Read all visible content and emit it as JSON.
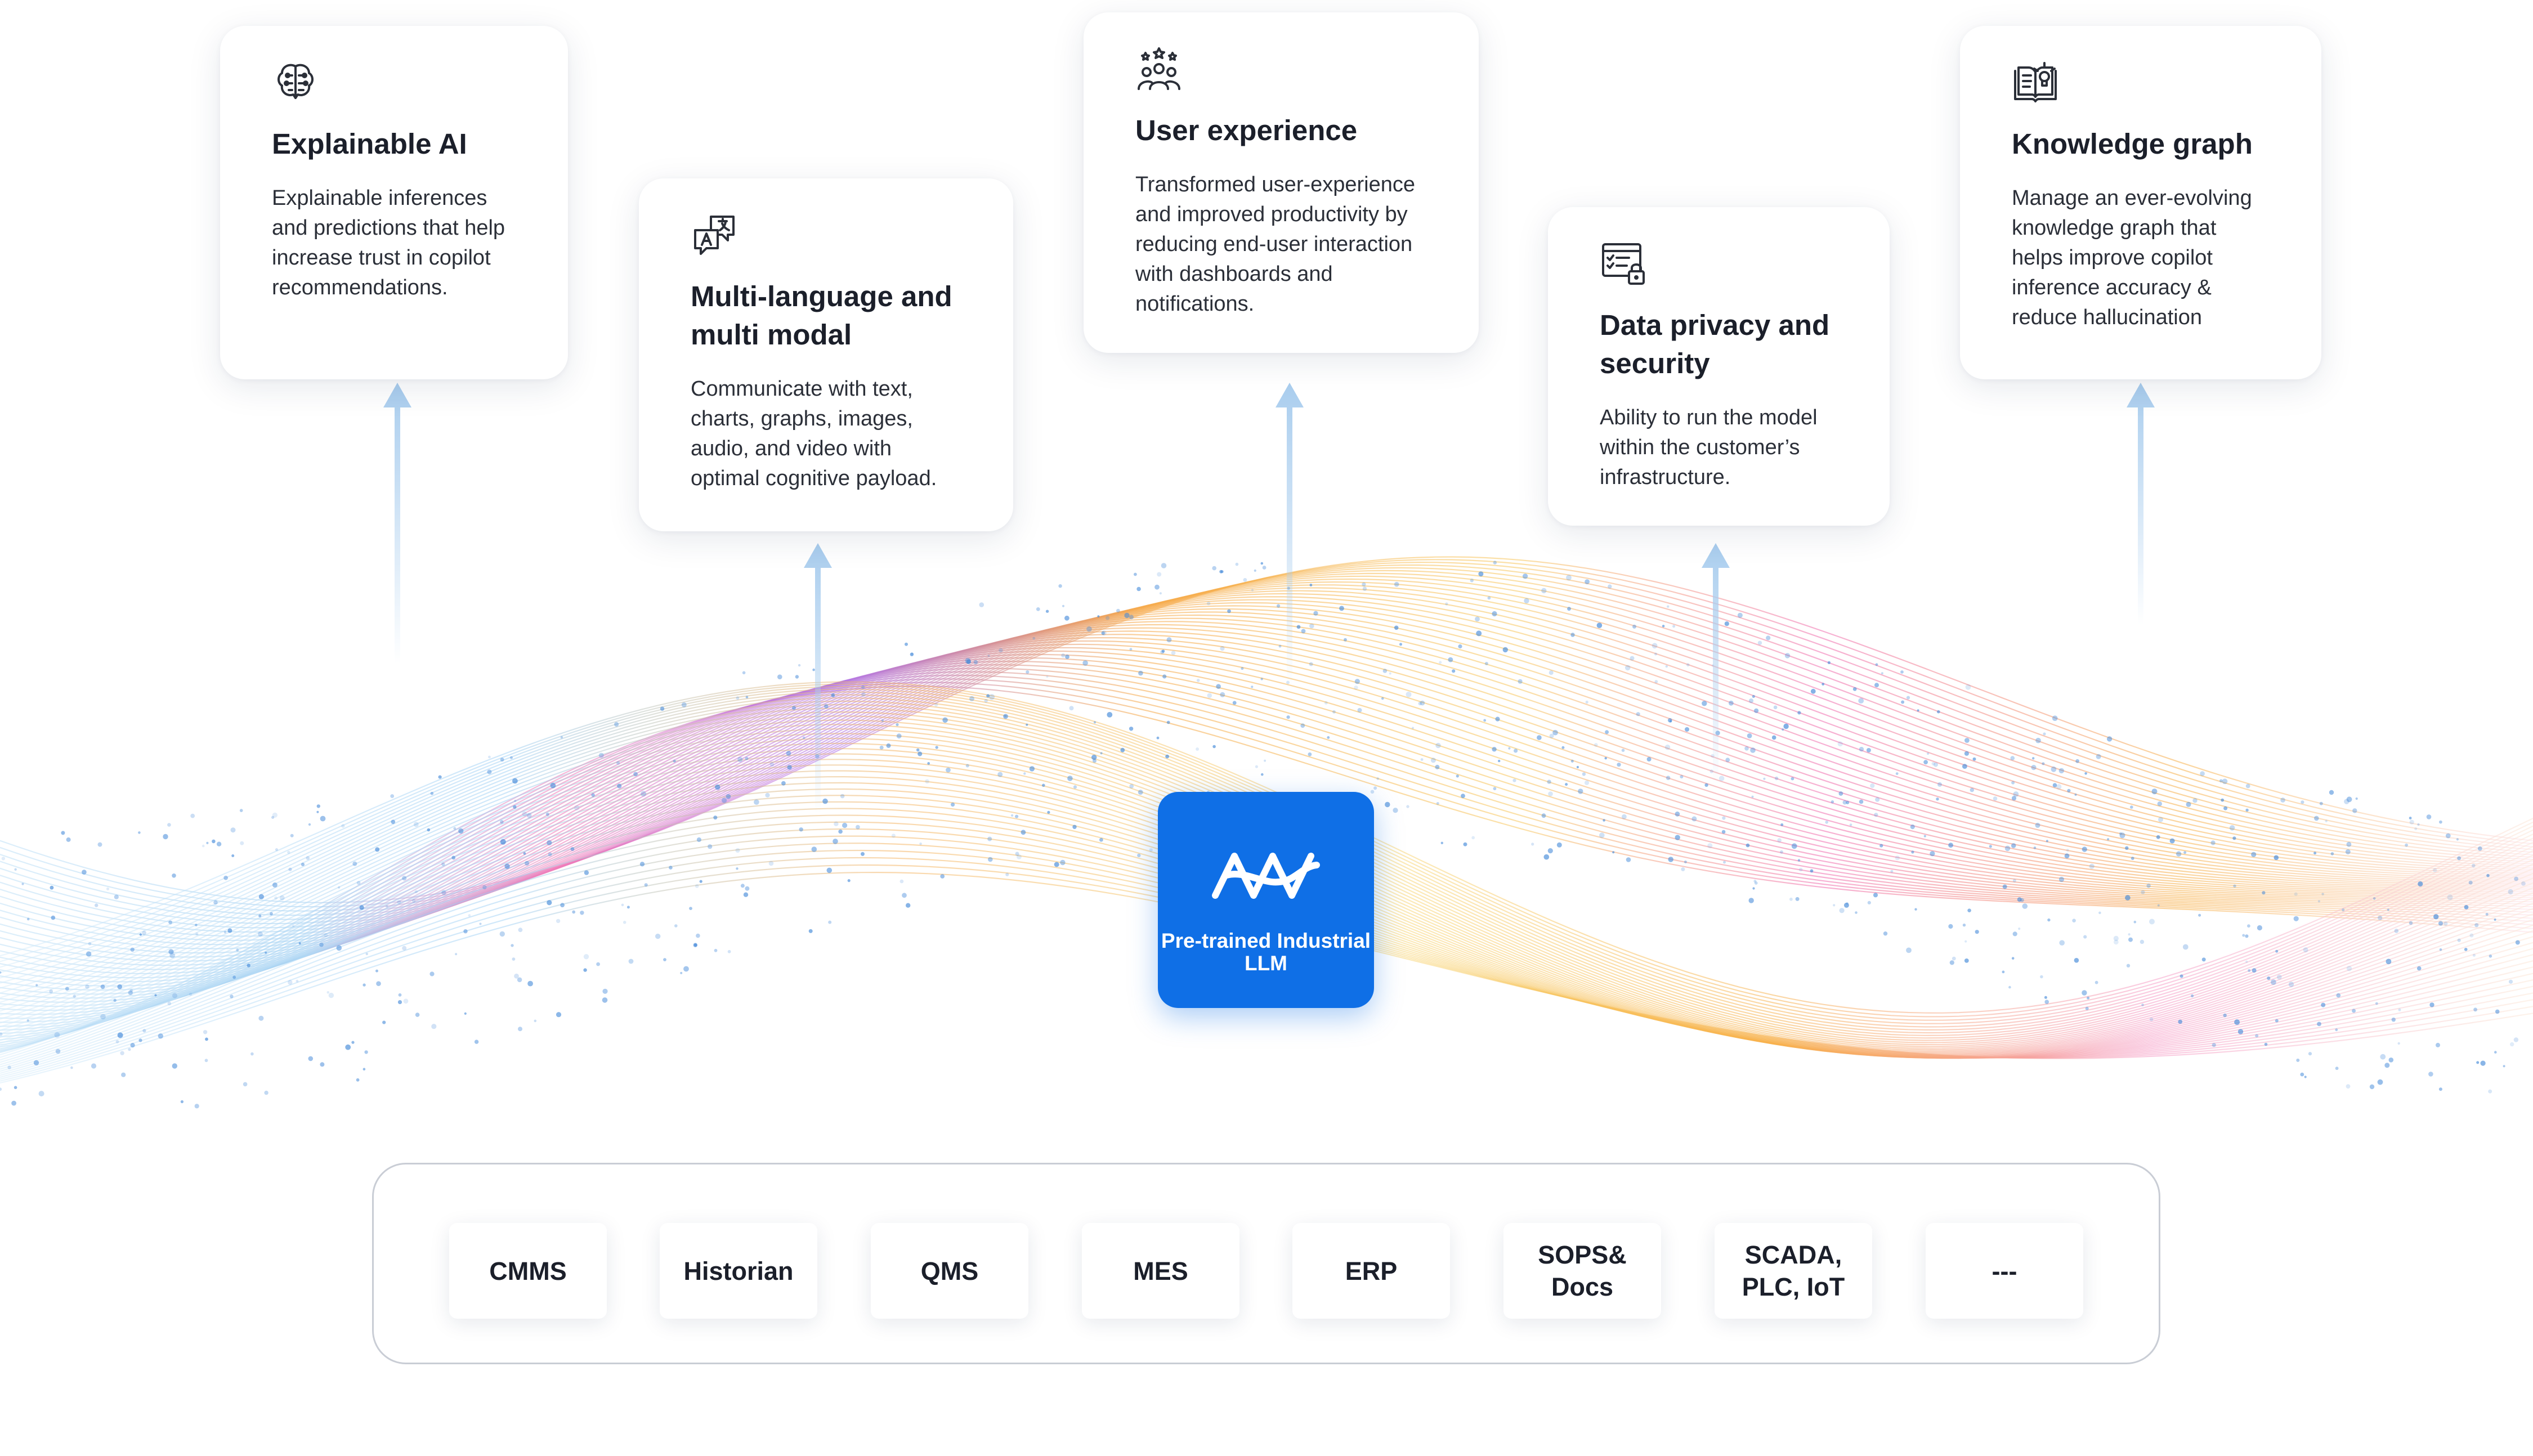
{
  "colors": {
    "hub": "#0f6fe6",
    "arrow": "#a9cdee",
    "wave_blue": "#9fd0f5",
    "wave_pink": "#f06fb0",
    "wave_violet": "#b173e8",
    "wave_orange": "#f6b04a",
    "wave_yellow": "#f8d572",
    "dots": "#3e86d8"
  },
  "cards": [
    {
      "icon": "brain-chip-icon",
      "title": "Explainable AI",
      "desc": "Explainable inferences and predictions that help increase trust in copilot recommendations."
    },
    {
      "icon": "translate-chat-icon",
      "title": "Multi-language and multi modal",
      "desc": "Communicate with text, charts, graphs, images, audio, and video with optimal cognitive payload."
    },
    {
      "icon": "users-stars-icon",
      "title": "User experience",
      "desc": "Transformed user-experience and improved productivity by reducing end-user interaction with dashboards and notifications."
    },
    {
      "icon": "checklist-lock-icon",
      "title": "Data privacy and security",
      "desc": "Ability to run the model within the customer’s infrastructure."
    },
    {
      "icon": "knowledge-book-icon",
      "title": "Knowledge graph",
      "desc": "Manage an ever-evolving knowledge graph that helps improve copilot inference accuracy & reduce hallucination"
    }
  ],
  "hub": {
    "icon": "llm-logo-icon",
    "label": "Pre-trained Industrial LLM"
  },
  "sources": [
    "CMMS",
    "Historian",
    "QMS",
    "MES",
    "ERP",
    "SOPS& Docs",
    "SCADA, PLC, IoT",
    "---"
  ]
}
